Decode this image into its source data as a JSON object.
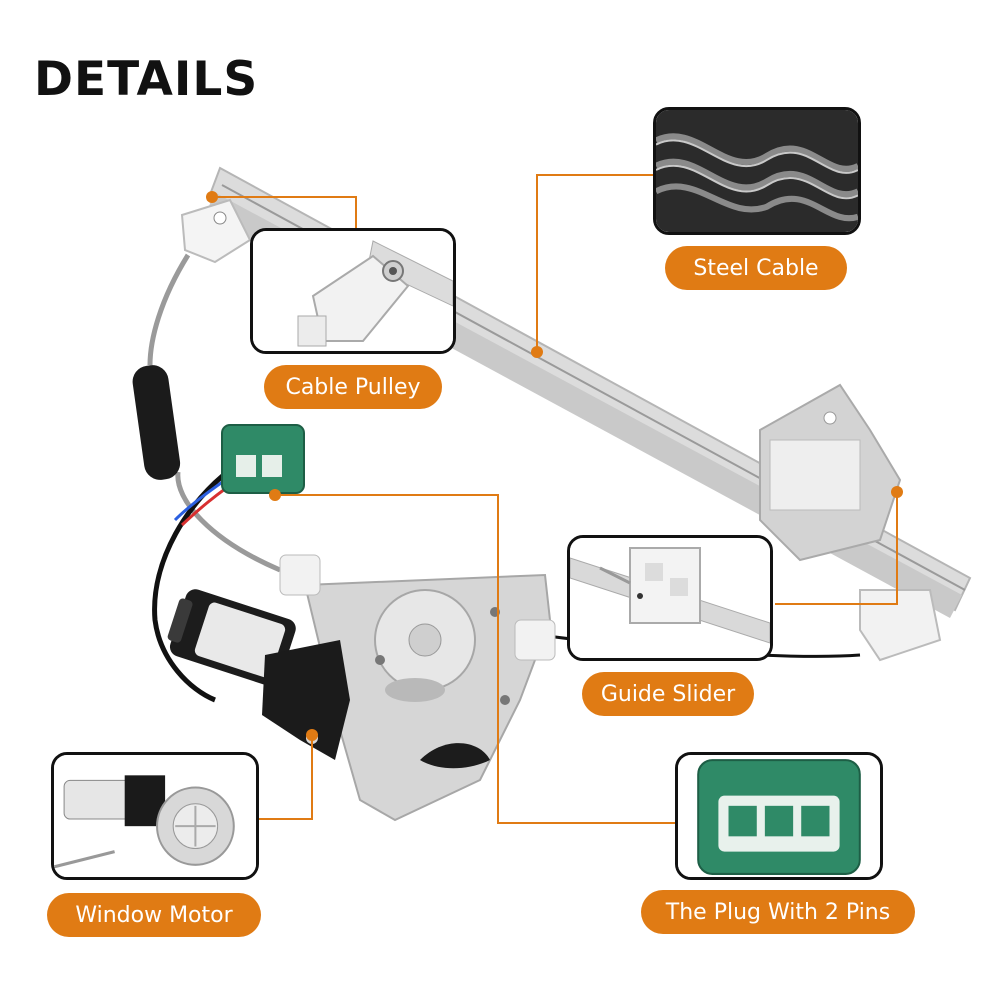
{
  "heading": "DETAILS",
  "colors": {
    "accent": "#e07b14",
    "frame": "#111111",
    "rail": "#d5d5d5",
    "connector": "#2f8a67",
    "motor_housing": "#1a1a1a"
  },
  "callouts": [
    {
      "id": "steel_cable",
      "label": "Steel Cable"
    },
    {
      "id": "cable_pulley",
      "label": "Cable Pulley"
    },
    {
      "id": "guide_slider",
      "label": "Guide Slider"
    },
    {
      "id": "window_motor",
      "label": "Window Motor"
    },
    {
      "id": "plug",
      "label": "The Plug With 2 Pins"
    }
  ]
}
